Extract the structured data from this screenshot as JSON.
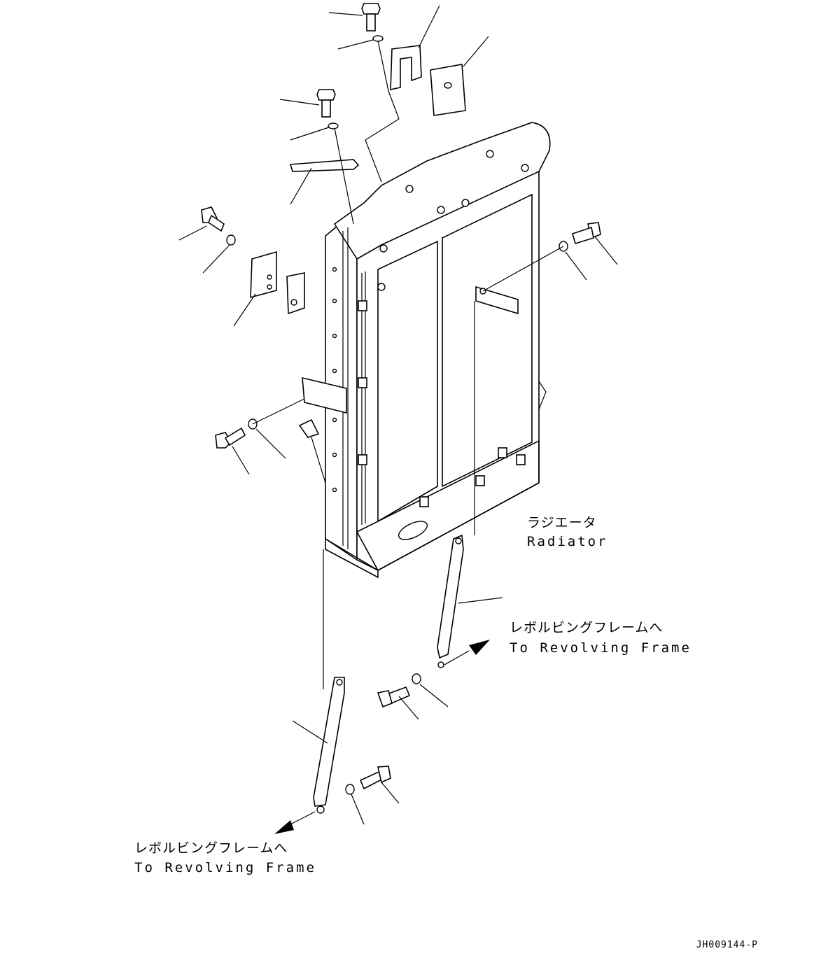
{
  "labels": {
    "radiator_jp": "ラジエータ",
    "radiator_en": "Radiator",
    "frame_right_jp": "レボルビングフレームへ",
    "frame_right_en": "To Revolving Frame",
    "frame_left_jp": "レボルビングフレームへ",
    "frame_left_en": "To Revolving Frame"
  },
  "doc_id": "JH009144-P",
  "colors": {
    "line": "#000000",
    "background": "#ffffff"
  }
}
